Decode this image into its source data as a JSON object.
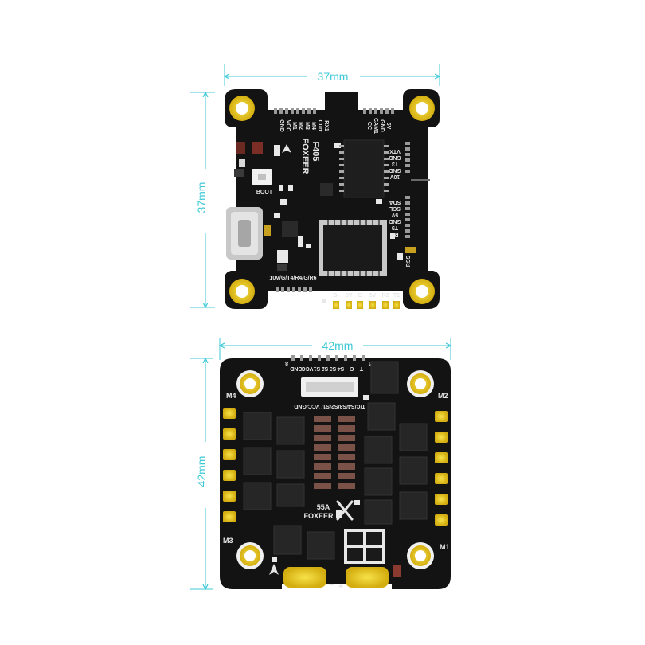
{
  "colors": {
    "dimension_line": "#3cc9d6",
    "pcb": "#131313",
    "pad_gold": "#e3c21a",
    "silkscreen": "#e6e6e6"
  },
  "fc": {
    "dim_width": "37mm",
    "dim_height": "37mm",
    "brand": "FOXEER",
    "model": "F405",
    "boot_label": "BOOT",
    "top_labels": [
      "GND",
      "VCC",
      "M1",
      "M2",
      "M3",
      "M4",
      "Curr",
      "RX1",
      "CC",
      "CAM1",
      "GND",
      "5V"
    ],
    "right_labels": [
      "VTX",
      "GND",
      "T3",
      "GND",
      "10V",
      "SDA",
      "SCL",
      "5V",
      "GND",
      "T5",
      "R5"
    ],
    "rss_label": "RSS",
    "bottom_left_label": "10V/G/T4/R4/G/R6",
    "bottom_labels": [
      "B-",
      "5V",
      "G",
      "5V",
      "R2",
      "T2"
    ]
  },
  "esc": {
    "dim_width": "42mm",
    "dim_height": "42mm",
    "connector_label": "8 GND VCC S1 S2 S3 S4 C T 1",
    "connector_pin_numbers": [
      "8",
      "1"
    ],
    "connector_pins": [
      "GND",
      "VCC",
      "S1",
      "S2",
      "S3",
      "S4",
      "C",
      "T"
    ],
    "pinout_label": "T/C/S4/S3/S2/S1/ VCC/GND",
    "motor_labels": {
      "m1": "M1",
      "m2": "M2",
      "m3": "M3",
      "m4": "M4"
    },
    "current": "55A",
    "brand": "FOXEER",
    "minus_label": "−",
    "plus_label": "+"
  }
}
